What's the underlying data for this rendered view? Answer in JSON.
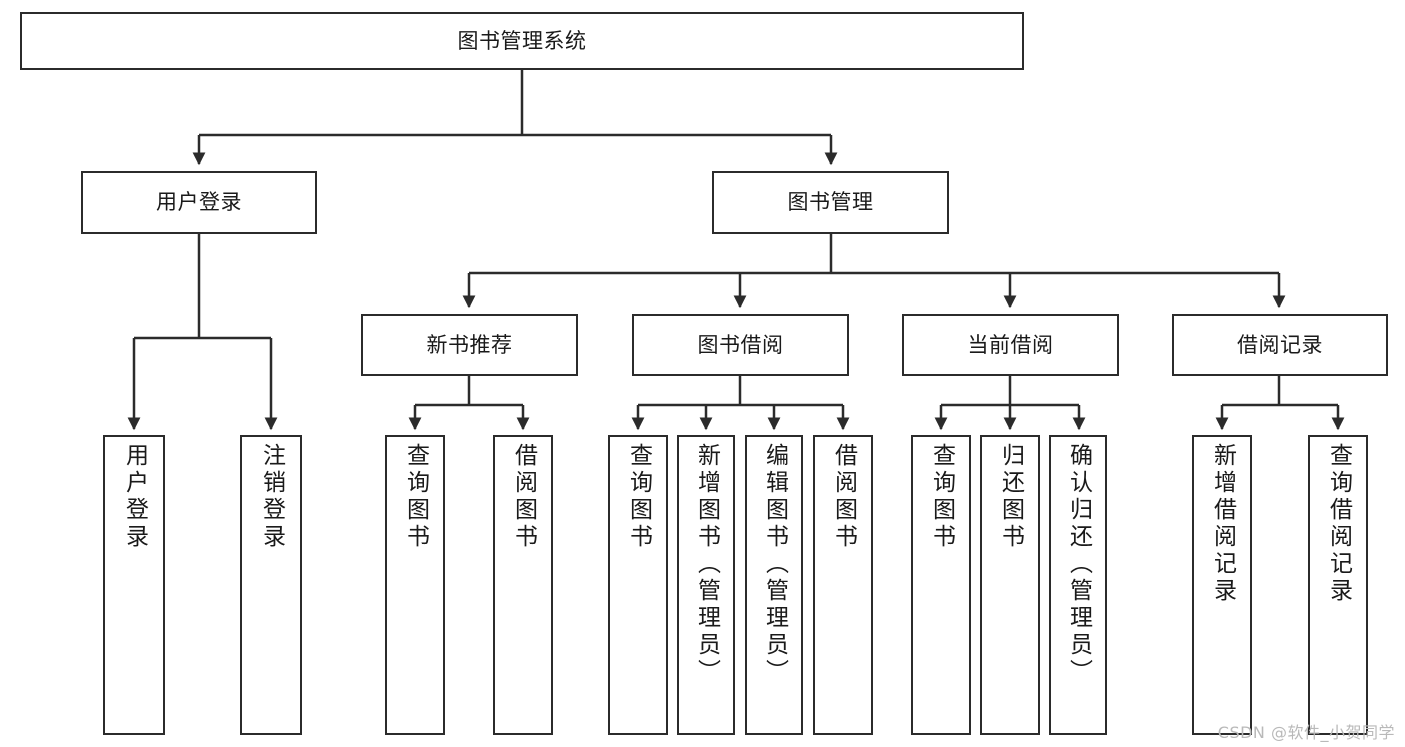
{
  "diagram": {
    "title": "图书管理系统",
    "type": "tree-hierarchy-diagram",
    "root": {
      "id": "root",
      "label": "图书管理系统"
    },
    "level2": [
      {
        "id": "user-login",
        "label": "用户登录"
      },
      {
        "id": "book-management",
        "label": "图书管理"
      }
    ],
    "level3": [
      {
        "id": "new-book-recommend",
        "label": "新书推荐",
        "parent": "book-management"
      },
      {
        "id": "book-borrow",
        "label": "图书借阅",
        "parent": "book-management"
      },
      {
        "id": "current-borrow",
        "label": "当前借阅",
        "parent": "book-management"
      },
      {
        "id": "borrow-record",
        "label": "借阅记录",
        "parent": "book-management"
      }
    ],
    "leaves": [
      {
        "id": "leaf-user-login",
        "label": "用户登录",
        "parent": "user-login"
      },
      {
        "id": "leaf-logout-login",
        "label": "注销登录",
        "parent": "user-login"
      },
      {
        "id": "leaf-query-book-1",
        "label": "查询图书",
        "parent": "new-book-recommend"
      },
      {
        "id": "leaf-borrow-book-1",
        "label": "借阅图书",
        "parent": "new-book-recommend"
      },
      {
        "id": "leaf-query-book-2",
        "label": "查询图书",
        "parent": "book-borrow"
      },
      {
        "id": "leaf-add-book",
        "label": "新增图书（管理员）",
        "parent": "book-borrow"
      },
      {
        "id": "leaf-edit-book",
        "label": "编辑图书（管理员）",
        "parent": "book-borrow"
      },
      {
        "id": "leaf-borrow-book-2",
        "label": "借阅图书",
        "parent": "book-borrow"
      },
      {
        "id": "leaf-query-book-3",
        "label": "查询图书",
        "parent": "current-borrow"
      },
      {
        "id": "leaf-return-book",
        "label": "归还图书",
        "parent": "current-borrow"
      },
      {
        "id": "leaf-confirm-return",
        "label": "确认归还（管理员）",
        "parent": "current-borrow"
      },
      {
        "id": "leaf-add-record",
        "label": "新增借阅记录",
        "parent": "borrow-record"
      },
      {
        "id": "leaf-query-record",
        "label": "查询借阅记录",
        "parent": "borrow-record"
      }
    ],
    "watermark": "CSDN @软件_小贺同学",
    "colors": {
      "stroke": "#2b2b2b",
      "fill": "#ffffff",
      "text": "#1a1a1a",
      "watermark": "#b9b9b9"
    }
  }
}
